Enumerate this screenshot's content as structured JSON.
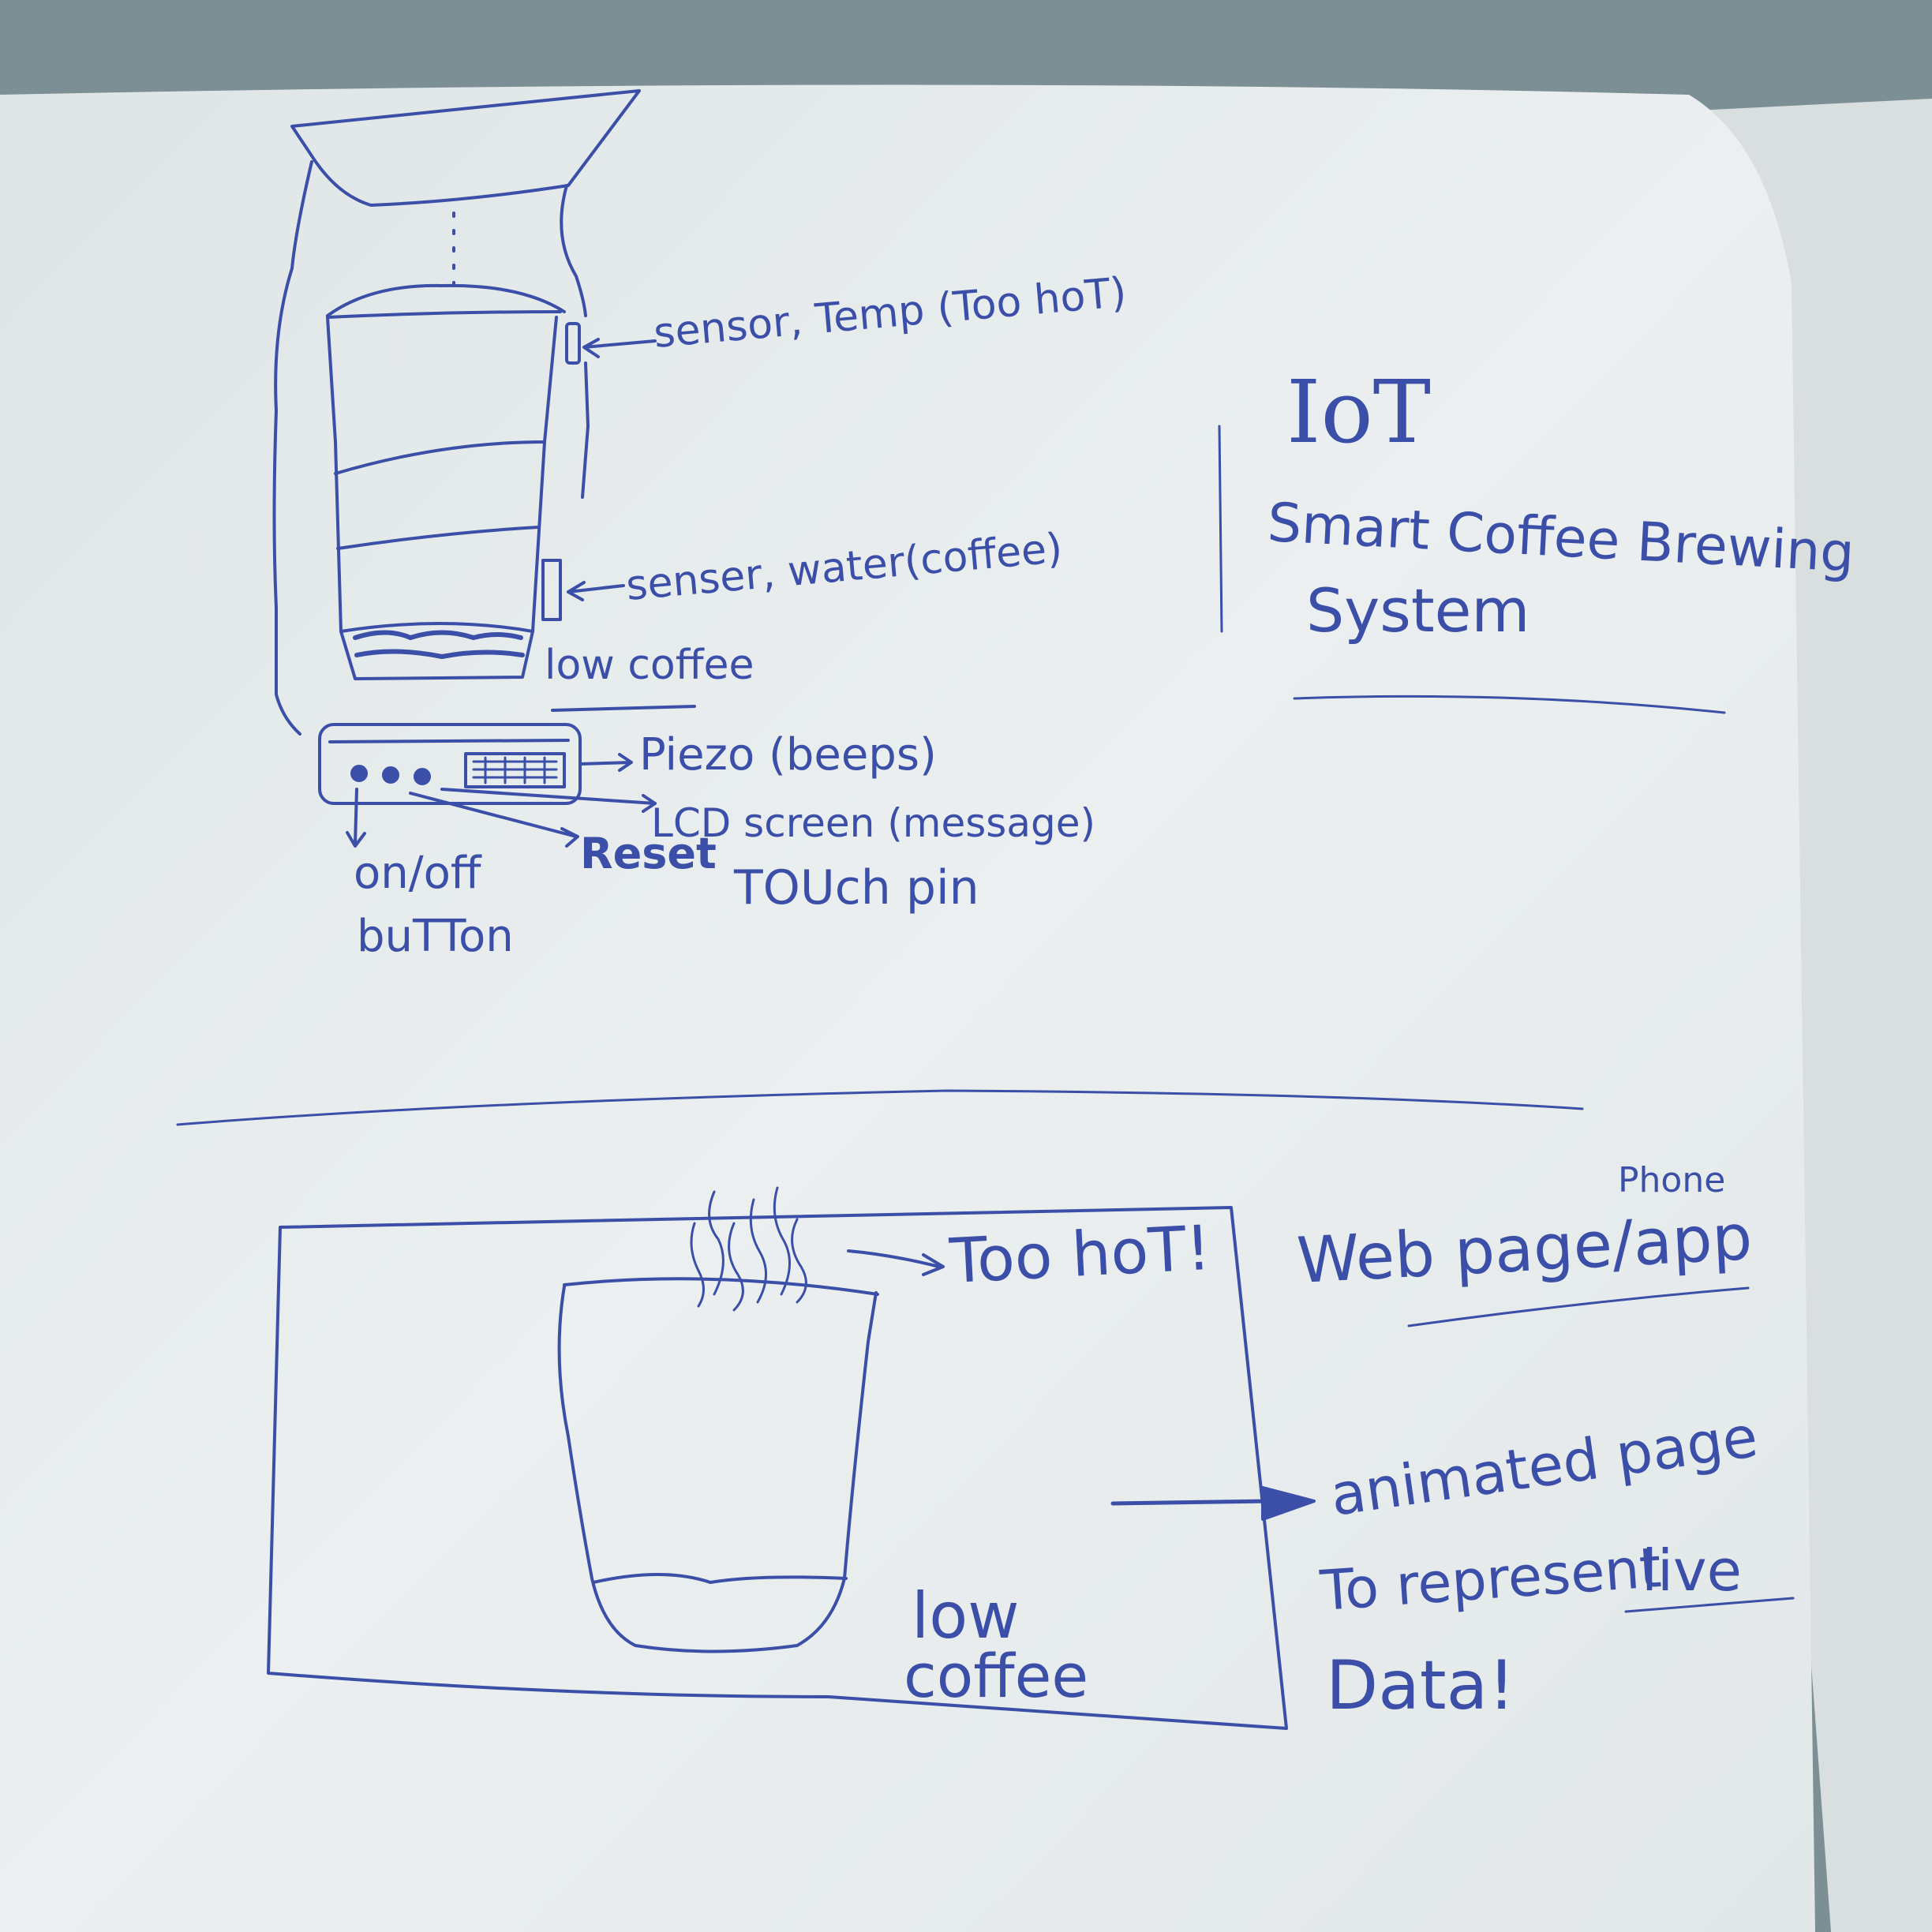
{
  "title": {
    "line1": "IoT",
    "line2": "Smart Coffee Brewing",
    "line3": "System"
  },
  "machine_labels": {
    "temp_sensor": "sensor, Temp (Too hoT)",
    "water_sensor": "senser, water(coffee)",
    "low_coffee": "low coffee",
    "piezo": "Piezo (beeps)",
    "lcd": "LCD screen (message)",
    "reset": "Reset",
    "touch_pin": "TOUch pin",
    "onoff_1": "on/off",
    "onoff_2": "buTTon"
  },
  "webpage": {
    "phone": "Phone",
    "title": "Web page/app",
    "too_hot": "Too hoT!",
    "low_coffee_1": "low",
    "low_coffee_2": "coffee",
    "desc_1": "animated page",
    "desc_2": "To represent",
    "desc_live": "live",
    "desc_3": "Data!"
  },
  "colors": {
    "ink": "#3b4fa8",
    "paper": "#e8ecec",
    "background": "#7b8f95"
  }
}
